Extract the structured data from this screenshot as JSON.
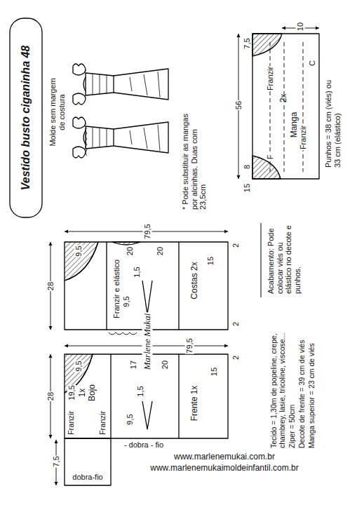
{
  "diagram": {
    "nodes": [
      {
        "text": [
          "Vestido busto ciganinha 48"
        ]
      },
      {
        "text": [
          "2x",
          "Manga"
        ]
      },
      {
        "text": [
          "Costas 2x"
        ]
      },
      {
        "text": [
          "1x Bojo"
        ]
      },
      {
        "text": [
          "Frente 1x"
        ]
      }
    ],
    "labels": [
      "Molde sem margem de costura",
      "* Pode substituir as mangas por alcinhas. Duas com 23,5cm",
      "7,5",
      "10",
      "56",
      "Franzir",
      "C",
      "Franzir",
      "F",
      "8",
      "15",
      "Punhos = 38 cm (viés) ou 33 cm (elástico)",
      "79,5",
      "28",
      "9,5",
      "20",
      "20",
      "2",
      "Franzir e elástico",
      "1,5",
      "9,5",
      "15",
      "2",
      "Marlene Mukai",
      "Acabamento: Pode colocar viés ou elástico no decote e punhos.",
      "Tecido = 1,30m de popeline, crepe, chambrey, lasie, tricoline, viscose...",
      "Zíper = 50cm",
      "Decote de frente = 39 cm de viés",
      "Manga superior = 23 cm de viés",
      "79,5",
      "28",
      "9,5",
      "19,5",
      "Franzir",
      "Franzir",
      "17",
      "20",
      "1,5",
      "9,5",
      "15",
      "2",
      "- dobra - fio",
      "7,5",
      "dobra-fio",
      "www.marlenemukai.com.br",
      "www.marlenemukaimoldeinfantil.com.br"
    ]
  }
}
